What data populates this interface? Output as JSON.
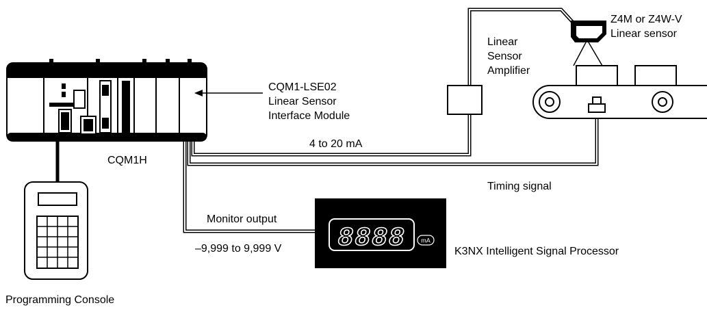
{
  "labels": {
    "plc": "CQM1H",
    "module": [
      "CQM1-LSE02",
      "Linear Sensor",
      "Interface Module"
    ],
    "current": "4 to 20 mA",
    "amplifier": [
      "Linear",
      "Sensor",
      "Amplifier"
    ],
    "sensor": [
      "Z4M or Z4W-V",
      "Linear sensor"
    ],
    "timing": "Timing signal",
    "monitor": "Monitor output",
    "voltage": "–9,999 to 9,999 V",
    "processor": "K3NX Intelligent Signal Processor",
    "console": "Programming Console"
  },
  "display": {
    "digits": "8888",
    "unit": "mA"
  },
  "icons": {
    "arrow": "left-arrow-icon"
  }
}
